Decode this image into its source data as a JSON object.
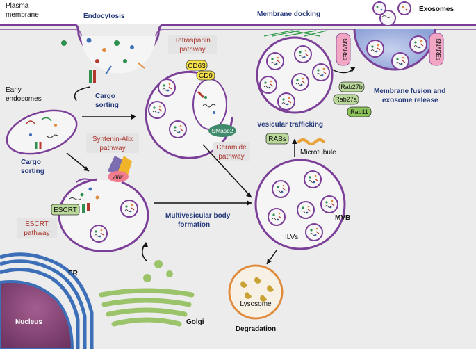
{
  "labels": {
    "plasma_membrane": [
      "Plasma",
      "membrane"
    ],
    "endocytosis": "Endocytosis",
    "membrane_docking": "Membrane docking",
    "exosomes": "Exosomes",
    "early_endosomes": [
      "Early",
      "endosomes"
    ],
    "cargo_sorting_top": [
      "Cargo",
      "sorting"
    ],
    "cargo_sorting_left": [
      "Cargo",
      "sorting"
    ],
    "tetraspanin_pathway": [
      "Tetraspanin",
      "pathway"
    ],
    "cd63": "CD63",
    "cd9": "CD9",
    "smase2": "SMase2",
    "ceramide_pathway": [
      "Ceramide",
      "pathway"
    ],
    "syntenin_alix_pathway": [
      "Syntenin-Alix",
      "pathway"
    ],
    "alix": "Alix",
    "escrt": "ESCRT",
    "escrt_pathway": [
      "ESCRT",
      "pathway"
    ],
    "snares_left": "SNAREs",
    "snares_right": "SNAREs",
    "rab27b": "Rab27b",
    "rab27a": "Rab27a",
    "rab11": "Rab11",
    "membrane_fusion": [
      "Membrane fusion and",
      "exosome release"
    ],
    "vesicular_trafficking": "Vesicular trafficking",
    "rabs": "RABs",
    "microtubule": "Microtubule",
    "multivesicular_body_formation": [
      "Multivesicular body",
      "formation"
    ],
    "mvb": "MVB",
    "ilvs": "ILVs",
    "lysosome": "Lysosome",
    "degradation": "Degradation",
    "er": "ER",
    "nucleus": "Nucleus",
    "golgi": "Golgi"
  },
  "colors": {
    "cytoplasm": "#ececec",
    "membrane_purple": "#7b3f98",
    "nucleus_fill": "#8a4d7a",
    "er_blue": "#3c6fb8",
    "golgi_green": "#9bc46a",
    "lysosome_orange": "#e08a3c",
    "pathway_box": "#e4e4e4",
    "title_blue": "#25397a",
    "pathway_red": "#a8322a"
  }
}
